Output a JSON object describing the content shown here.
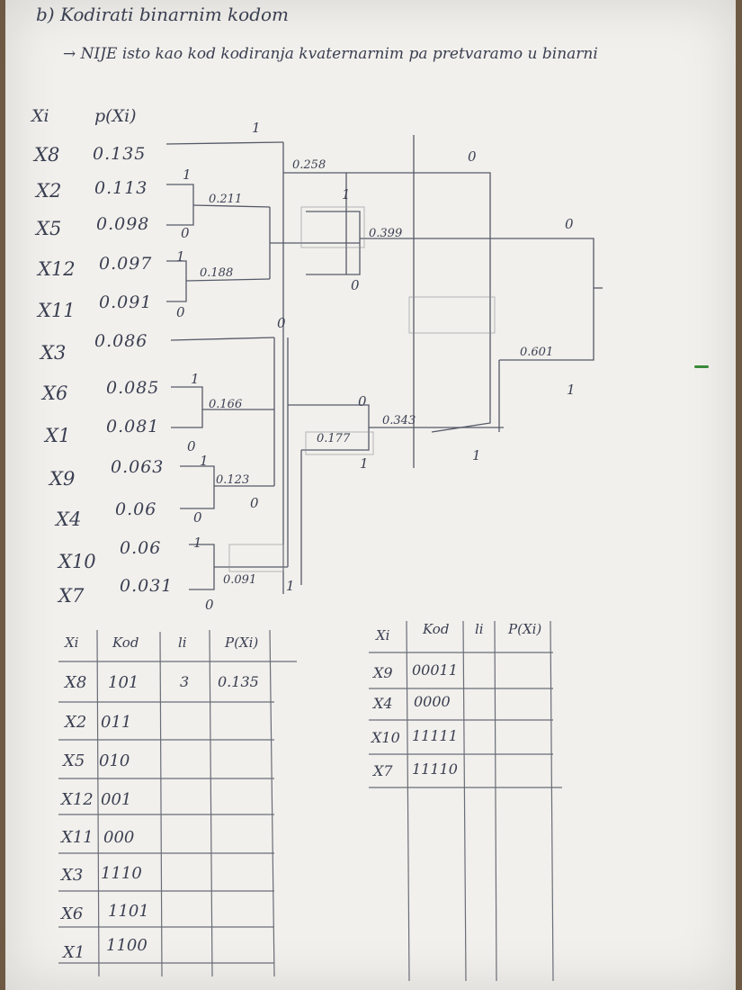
{
  "heading": {
    "title": "b) Kodirati binarnim kodom",
    "note": "→ NIJE isto kao kod kodiranja kvaternarnim pa pretvaramo u binarni"
  },
  "tree": {
    "header_x": "Xi",
    "header_p": "p(Xi)",
    "symbols": [
      {
        "x": "X8",
        "p": "0.135"
      },
      {
        "x": "X2",
        "p": "0.113"
      },
      {
        "x": "X5",
        "p": "0.098"
      },
      {
        "x": "X12",
        "p": "0.097"
      },
      {
        "x": "X11",
        "p": "0.091"
      },
      {
        "x": "X3",
        "p": "0.086"
      },
      {
        "x": "X6",
        "p": "0.085"
      },
      {
        "x": "X1",
        "p": "0.081"
      },
      {
        "x": "X9",
        "p": "0.063"
      },
      {
        "x": "X4",
        "p": "0.06"
      },
      {
        "x": "X10",
        "p": "0.06"
      },
      {
        "x": "X7",
        "p": "0.031"
      }
    ],
    "nodes": [
      "0.211",
      "0.188",
      "0.166",
      "0.123",
      "0.091",
      "0.258",
      "0.177",
      "0.399",
      "0.343",
      "0.601"
    ],
    "bits": [
      "1",
      "0",
      "1",
      "0",
      "1",
      "0",
      "1",
      "0",
      "1",
      "0",
      "1",
      "0",
      "1",
      "0",
      "1",
      "0",
      "0",
      "1",
      "0",
      "1",
      "0",
      "1"
    ]
  },
  "table_left": {
    "headers": [
      "Xi",
      "Kod",
      "li",
      "P(Xi)"
    ],
    "rows": [
      [
        "X8",
        "101",
        "3",
        "0.135"
      ],
      [
        "X2",
        "011",
        "",
        ""
      ],
      [
        "X5",
        "010",
        "",
        ""
      ],
      [
        "X12",
        "001",
        "",
        ""
      ],
      [
        "X11",
        "000",
        "",
        ""
      ],
      [
        "X3",
        "1110",
        "",
        ""
      ],
      [
        "X6",
        "1101",
        "",
        ""
      ],
      [
        "X1",
        "1100",
        "",
        ""
      ]
    ]
  },
  "table_right": {
    "headers": [
      "Xi",
      "Kod",
      "li",
      "P(Xi)"
    ],
    "rows": [
      [
        "X9",
        "00011",
        "",
        ""
      ],
      [
        "X4",
        "0000",
        "",
        ""
      ],
      [
        "X10",
        "11111",
        "",
        ""
      ],
      [
        "X7",
        "11110",
        "",
        ""
      ]
    ]
  }
}
